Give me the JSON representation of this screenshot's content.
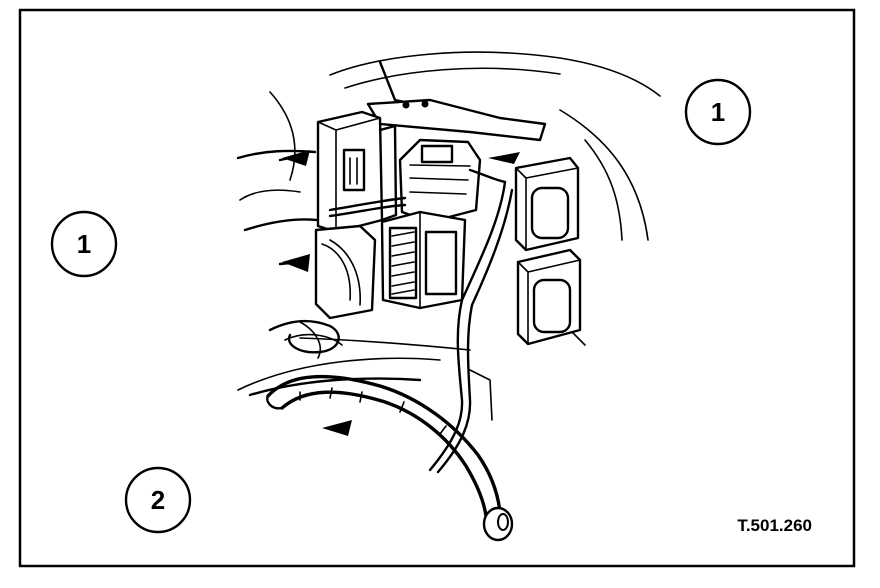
{
  "figure": {
    "reference": "T.501.260",
    "callouts": [
      {
        "label": "1"
      },
      {
        "label": "1"
      },
      {
        "label": "2"
      }
    ]
  },
  "colors": {
    "ink": "#000000",
    "paper": "#ffffff"
  }
}
